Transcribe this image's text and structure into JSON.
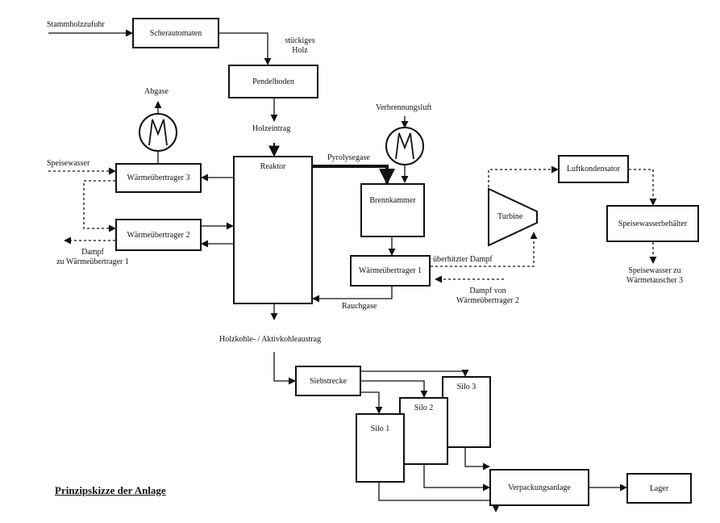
{
  "diagram": {
    "title": "Prinzipskizze der Anlage",
    "nodes": {
      "scherautomaten": "Scherautomaten",
      "pendelboden": "Pendelboden",
      "reaktor": "Reaktor",
      "brennkammer": "Brennkammer",
      "waermeuebertrager_3": "Wärmeübertrager 3",
      "waermeuebertrager_2": "Wärmeübertrager 2",
      "waermeuebertrager_1": "Wärmeübertrager 1",
      "turbine": "Turbine",
      "luftkondensator": "Luftkondensator",
      "speisewasserbehaelter": "Speisewasserbehälter",
      "siebstrecke": "Siebstrecke",
      "silo_1": "Silo 1",
      "silo_2": "Silo 2",
      "silo_3": "Silo 3",
      "verpackungsanlage": "Verpackungsanlage",
      "lager": "Lager"
    },
    "labels": {
      "stammholzzufuhr": "Stammholzzufuhr",
      "stueckiges_holz_1": "stückiges",
      "stueckiges_holz_2": "Holz",
      "abgase": "Abgase",
      "holzeintrag": "Holzeintrag",
      "verbrennungsluft": "Verbrennungsluft",
      "pyrolysegase": "Pyrolysegase",
      "speisewasser": "Speisewasser",
      "dampf_1": "Dampf",
      "dampf_2": "zu Wärmeübertrager 1",
      "ueberhitzter_dampf": "überhitzter Dampf",
      "dampf_von_1": "Dampf von",
      "dampf_von_2": "Wärmeübertrager 2",
      "rauchgase": "Rauchgase",
      "speisewasser_zu_1": "Speisewasser zu",
      "speisewasser_zu_2": "Wärmetauscher 3",
      "holzkohle": "Holzkohle- / Aktivkohleaustrag"
    }
  }
}
